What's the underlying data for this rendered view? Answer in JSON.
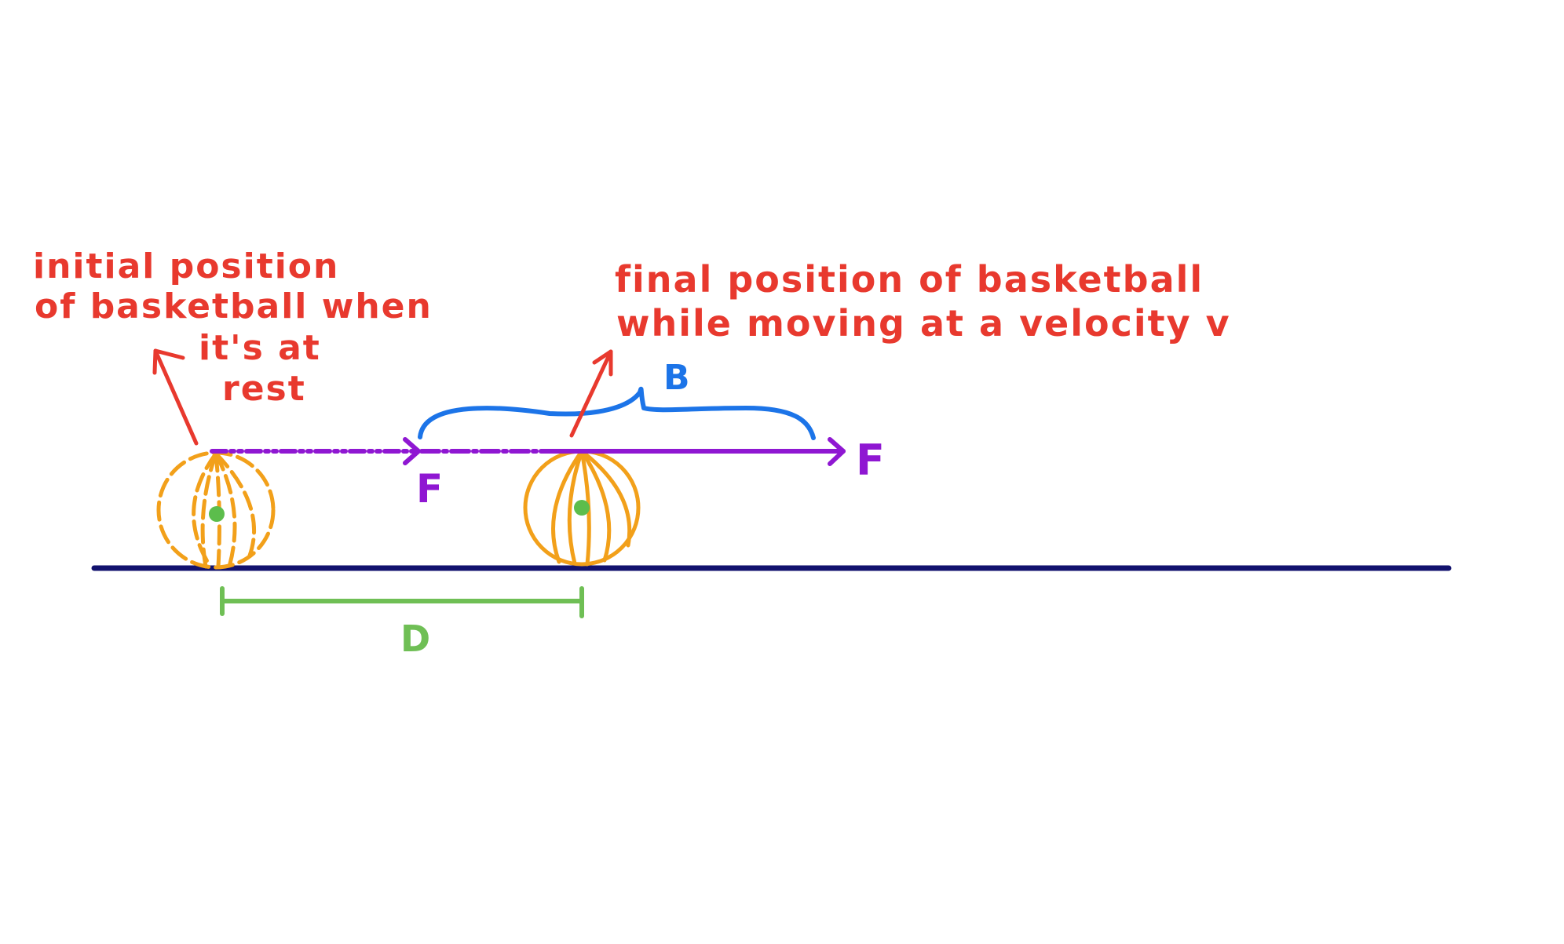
{
  "annotations": {
    "initial_lines": [
      "initial position",
      "of basketball when",
      "it's at",
      "rest"
    ],
    "final_lines": [
      "final position of basketball",
      "while moving at a velocity v"
    ]
  },
  "labels": {
    "brace": "B",
    "distance": "D",
    "force_start": "F",
    "force_end": "F"
  },
  "colors": {
    "annotation": "#e8392e",
    "basketball": "#f2a01a",
    "center_dot": "#5cbd4c",
    "force_vector": "#8f17d2",
    "brace": "#1c74e8",
    "ground": "#12126e",
    "distance_marker": "#6fbf55"
  }
}
